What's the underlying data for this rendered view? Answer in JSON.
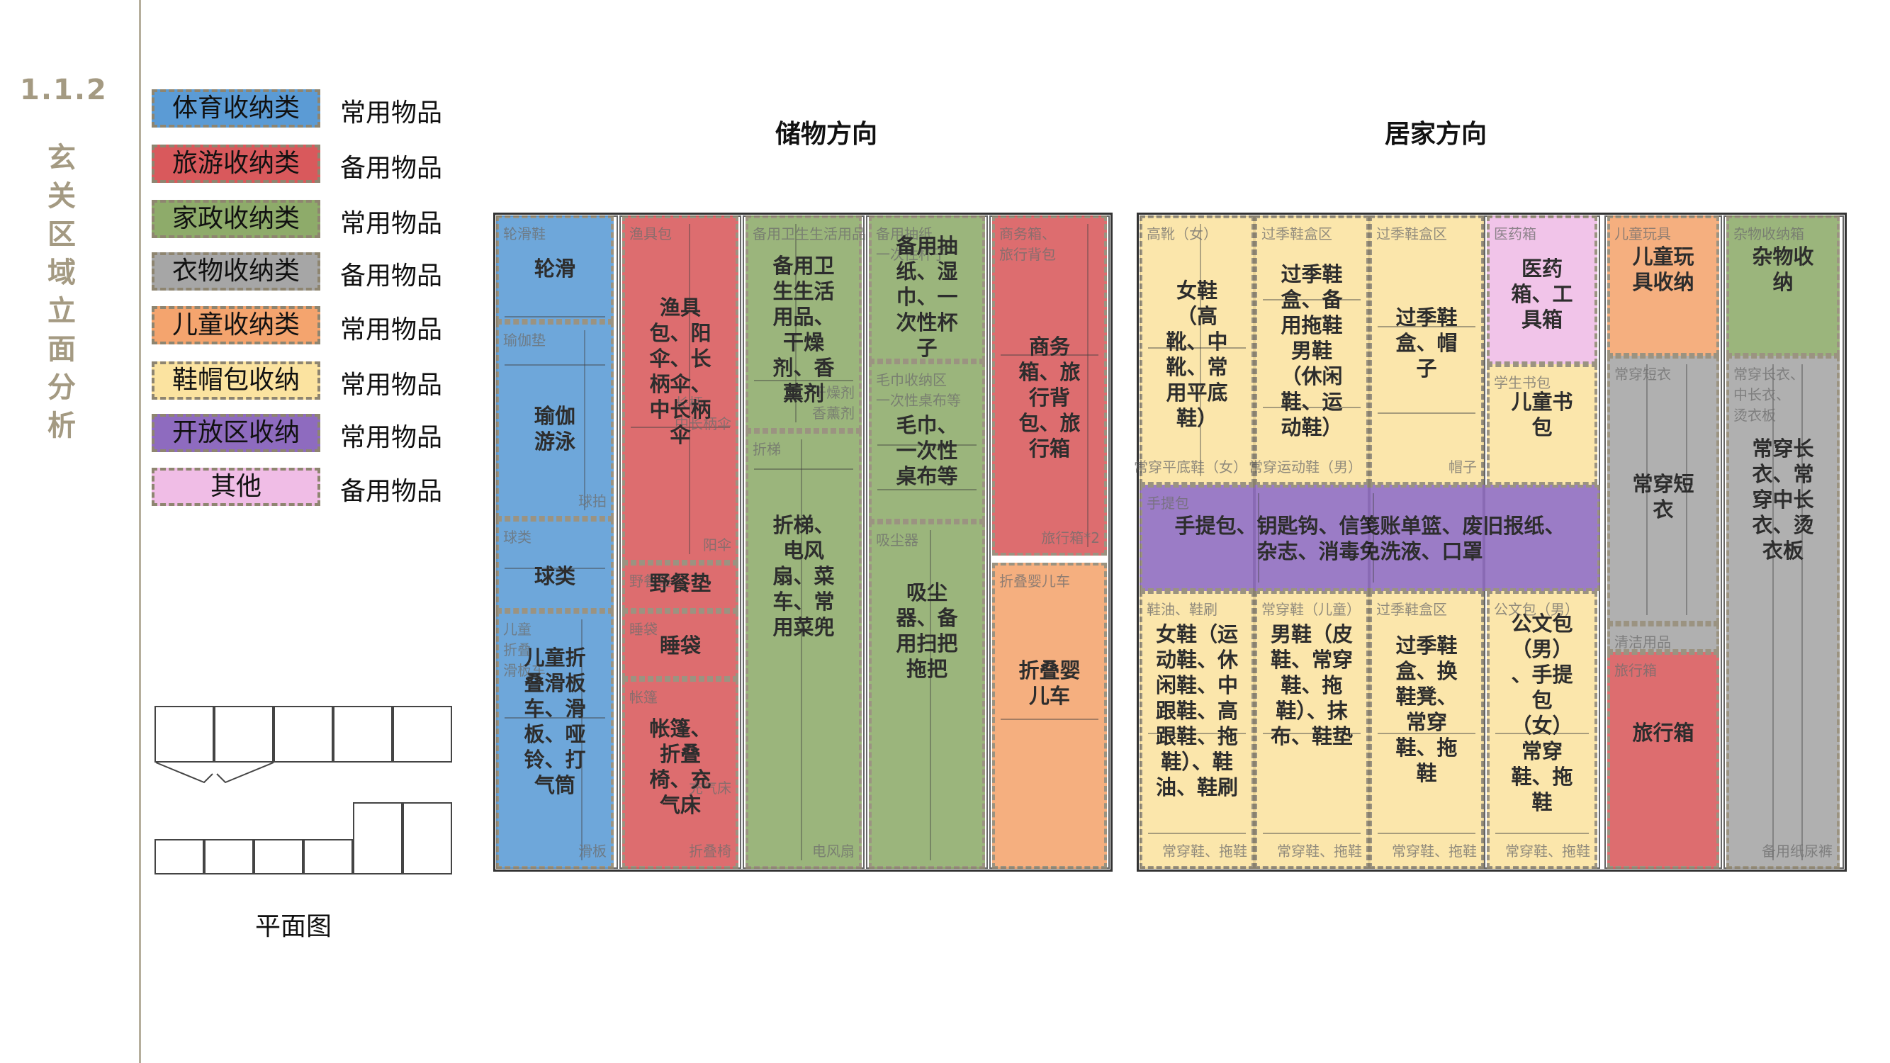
{
  "section": {
    "number": "1.1.2",
    "title": "玄关区域立面分析"
  },
  "legend": [
    {
      "name": "体育收纳类",
      "usage": "常用物品",
      "color": "#5b9bd5"
    },
    {
      "name": "旅游收纳类",
      "usage": "备用物品",
      "color": "#d9595c"
    },
    {
      "name": "家政收纳类",
      "usage": "常用物品",
      "color": "#8eab6a"
    },
    {
      "name": "衣物收纳类",
      "usage": "备用物品",
      "color": "#a6a6a6"
    },
    {
      "name": "儿童收纳类",
      "usage": "常用物品",
      "color": "#f4a46e"
    },
    {
      "name": "鞋帽包收纳",
      "usage": "常用物品",
      "color": "#fbe3a0"
    },
    {
      "name": "开放区收纳",
      "usage": "常用物品",
      "color": "#8e6bbf"
    },
    {
      "name": "其他",
      "usage": "备用物品",
      "color": "#f0bde6"
    }
  ],
  "plan": {
    "label": "平面图"
  },
  "storage": {
    "heading": "储物方向",
    "zones": [
      {
        "id": "lunhua",
        "text": "轮滑",
        "sub": "轮滑鞋",
        "color": "#5b9bd5"
      },
      {
        "id": "yujia",
        "text": "瑜伽\n游泳",
        "sub": "瑜伽垫",
        "sub2": "球拍",
        "color": "#5b9bd5"
      },
      {
        "id": "qiulei",
        "text": "球类",
        "sub": "球类",
        "color": "#5b9bd5"
      },
      {
        "id": "huaban",
        "text": "儿童折\n叠滑板\n车、滑\n板、哑\n铃、打\n气筒",
        "sub": "儿童\n折叠\n滑板车",
        "sub2": "滑板",
        "color": "#5b9bd5"
      },
      {
        "id": "yuju",
        "text": "渔具\n包、阳\n伞、长\n柄伞、\n中长柄\n伞",
        "sub": "渔具包",
        "sub2": "阳伞",
        "sub3": "长柄\n中长柄伞",
        "color": "#d9595c"
      },
      {
        "id": "yecan",
        "text": "野餐垫",
        "sub": "野餐垫",
        "color": "#d9595c"
      },
      {
        "id": "shuidai",
        "text": "睡袋",
        "sub": "睡袋",
        "color": "#d9595c"
      },
      {
        "id": "zhangpeng",
        "text": "帐篷、\n折叠\n椅、充\n气床",
        "sub": "帐篷",
        "sub2": "折叠椅",
        "sub3": "充气床",
        "color": "#d9595c"
      },
      {
        "id": "weisheng",
        "text": "备用卫\n生生活\n用品、\n干燥\n剂、香\n薰剂",
        "sub": "备用卫生生活用品",
        "sub2": "干燥剂\n香薰剂",
        "color": "#8eab6a"
      },
      {
        "id": "zheti",
        "text": "折梯、\n电风\n扇、菜\n车、常\n用菜兜",
        "sub": "折梯",
        "sub2": "电风扇",
        "color": "#8eab6a"
      },
      {
        "id": "chouzhi",
        "text": "备用抽\n纸、湿\n巾、一\n次性杯\n子",
        "sub": "备用抽纸\n一次性杯子",
        "color": "#8eab6a"
      },
      {
        "id": "maojin",
        "text": "毛巾、\n一次性\n桌布等",
        "sub": "毛巾收纳区\n一次性桌布等",
        "color": "#8eab6a"
      },
      {
        "id": "xichen",
        "text": "吸尘\n器、备\n用扫把\n拖把",
        "sub": "吸尘器",
        "color": "#8eab6a"
      },
      {
        "id": "shangwu",
        "text": "商务\n箱、旅\n行背\n包、旅\n行箱",
        "sub": "商务箱、\n旅行背包",
        "sub2": "旅行箱*2",
        "color": "#d9595c"
      },
      {
        "id": "yingerche",
        "text": "折叠婴\n儿车",
        "sub": "折叠婴儿车",
        "color": "#f4a46e"
      }
    ]
  },
  "home": {
    "heading": "居家方向",
    "zones": [
      {
        "id": "nvxie",
        "text": "女鞋\n（高\n靴、中\n靴、常\n用平底\n鞋）",
        "sub": "高靴（女）",
        "sub2": "常穿平底鞋（女）",
        "color": "#fbe3a0"
      },
      {
        "id": "guojixiehe1",
        "text": "过季鞋\n盒、备\n用拖鞋\n男鞋\n（休闲\n鞋、运\n动鞋）",
        "sub": "过季鞋盒区",
        "sub2": "常穿运动鞋（男）",
        "color": "#fbe3a0"
      },
      {
        "id": "guojixiehe2",
        "text": "过季鞋\n盒、帽\n子",
        "sub": "过季鞋盒区",
        "sub2": "帽子",
        "color": "#fbe3a0"
      },
      {
        "id": "yiyao",
        "text": "医药\n箱、工\n具箱",
        "sub": "医药箱",
        "color": "#f0bde6"
      },
      {
        "id": "shubao",
        "text": "儿童书\n包",
        "sub": "学生书包",
        "color": "#fbe3a0"
      },
      {
        "id": "wanju",
        "text": "儿童玩\n具收纳",
        "sub": "儿童玩具",
        "color": "#f4a46e"
      },
      {
        "id": "zawu",
        "text": "杂物收\n纳",
        "sub": "杂物收纳箱",
        "color": "#8eab6a"
      },
      {
        "id": "duanyi",
        "text": "常穿短\n衣",
        "sub": "常穿短衣",
        "color": "#a6a6a6"
      },
      {
        "id": "changyi",
        "text": "常穿长\n衣、常\n穿中长\n衣、烫\n衣板",
        "sub": "常穿长衣、\n中长衣、\n烫衣板",
        "sub2": "备用纸尿裤",
        "color": "#a6a6a6"
      },
      {
        "id": "kaifang",
        "text": "手提包、钥匙钩、信笺账单篮、废旧报纸、\n杂志、消毒免洗液、口罩",
        "sub": "手提包",
        "color": "#8e6bbf"
      },
      {
        "id": "yundong",
        "text": "女鞋（运\n动鞋、休\n闲鞋、中\n跟鞋、高\n跟鞋、拖\n鞋）、鞋\n油、鞋刷",
        "sub": "鞋油、鞋刷",
        "sub2": "常穿鞋、拖鞋",
        "color": "#fbe3a0"
      },
      {
        "id": "nanxie",
        "text": "男鞋（皮\n鞋、常穿\n鞋、拖\n鞋）、抹\n布、鞋垫",
        "sub": "常穿鞋（儿童）",
        "sub2": "常穿鞋、拖鞋",
        "color": "#fbe3a0"
      },
      {
        "id": "huanxie",
        "text": "过季鞋\n盒、换\n鞋凳、\n常穿\n鞋、拖\n鞋",
        "sub": "过季鞋盒区",
        "sub2": "常穿鞋、拖鞋",
        "color": "#fbe3a0"
      },
      {
        "id": "gongwenbao",
        "text": "公文包\n（男）\n、手提\n包\n（女）\n常穿\n鞋、拖\n鞋",
        "sub": "公文包（男）",
        "sub2": "常穿鞋、拖鞋",
        "color": "#fbe3a0"
      },
      {
        "id": "qingjie",
        "text": "",
        "sub": "清洁用品",
        "color": "#a6a6a6"
      },
      {
        "id": "lvxingxiang",
        "text": "旅行箱",
        "sub": "旅行箱",
        "color": "#d9595c"
      }
    ]
  }
}
